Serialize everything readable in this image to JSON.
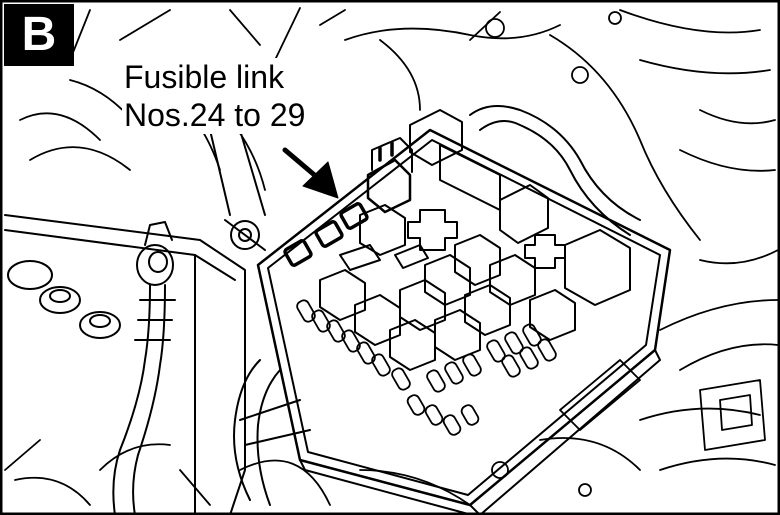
{
  "panel": {
    "label": "B"
  },
  "callout": {
    "line1": "Fusible link",
    "line2": "Nos.24 to 29"
  },
  "colors": {
    "ink": "#000000",
    "paper": "#ffffff"
  }
}
